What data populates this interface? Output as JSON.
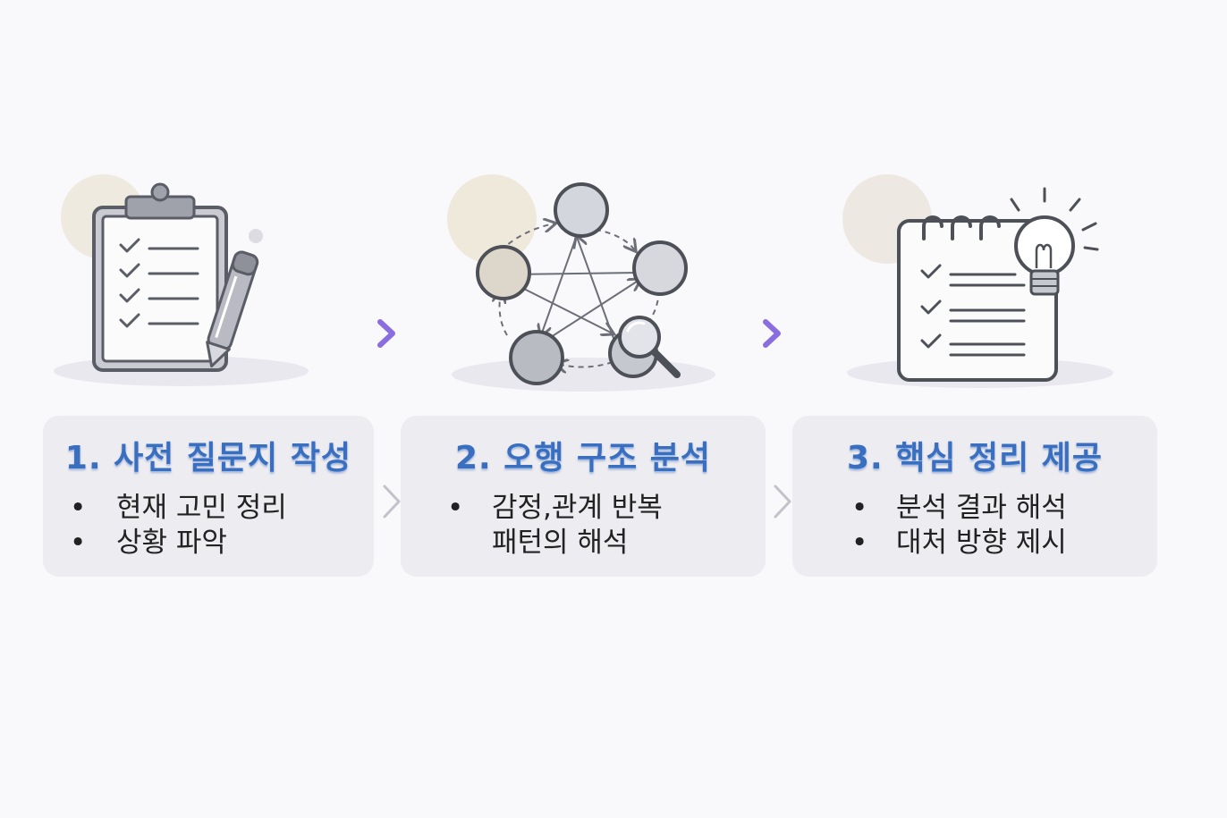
{
  "steps": [
    {
      "title": "1. 사전 질문지 작성",
      "bullets": [
        "현재 고민 정리",
        "상황 파악"
      ],
      "icon": "clipboard-pen-icon"
    },
    {
      "title": "2. 오행 구조 분석",
      "bullets": [
        "감정,관계 반복",
        "패턴의 해석"
      ],
      "bullet_count": 1,
      "icon": "five-elements-cycle-icon"
    },
    {
      "title": "3. 핵심 정리 제공",
      "bullets": [
        "분석 결과 해석",
        "대처 방향 제시"
      ],
      "icon": "notepad-lightbulb-icon"
    }
  ],
  "colors": {
    "title_blue": "#3a6fc0",
    "arrow_purple": "#8a6ee0",
    "card_bg": "#ececf1",
    "icon_stroke": "#5a5c66"
  }
}
